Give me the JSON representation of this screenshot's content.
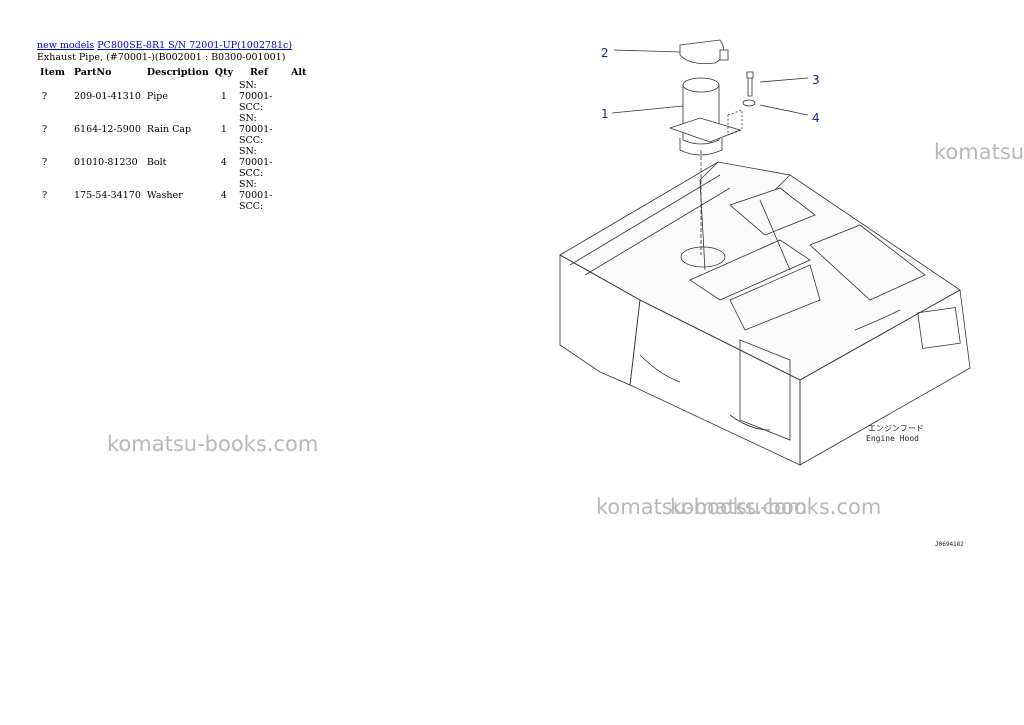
{
  "breadcrumb": {
    "link1": "new models",
    "link2": "PC800SE-8R1 S/N 72001-UP(1002781c)"
  },
  "subtitle": "Exhaust Pipe, (#70001-)(B002001 : B0300-001001)",
  "table": {
    "headers": [
      "Item",
      "PartNo",
      "Description",
      "Qty",
      "Ref",
      "Alt"
    ],
    "rows": [
      {
        "item": "?",
        "part_no": "209-01-41310",
        "description": "Pipe",
        "qty": "1",
        "ref": "SN: 70001-SCC:",
        "alt": ""
      },
      {
        "item": "?",
        "part_no": "6164-12-5900",
        "description": "Rain Cap",
        "qty": "1",
        "ref": "SN: 70001-SCC:",
        "alt": ""
      },
      {
        "item": "?",
        "part_no": "01010-81230",
        "description": "Bolt",
        "qty": "4",
        "ref": "SN: 70001-SCC:",
        "alt": ""
      },
      {
        "item": "?",
        "part_no": "175-54-34170",
        "description": "Washer",
        "qty": "4",
        "ref": "SN: 70001-SCC:",
        "alt": ""
      }
    ]
  },
  "diagram": {
    "callouts": [
      "1",
      "2",
      "3",
      "4"
    ],
    "label_jp": "エンジンフード",
    "label_en": "Engine Hood",
    "code": "J0694182"
  },
  "watermark": "komatsu-books.com",
  "watermark_cropped": "komatsu-"
}
